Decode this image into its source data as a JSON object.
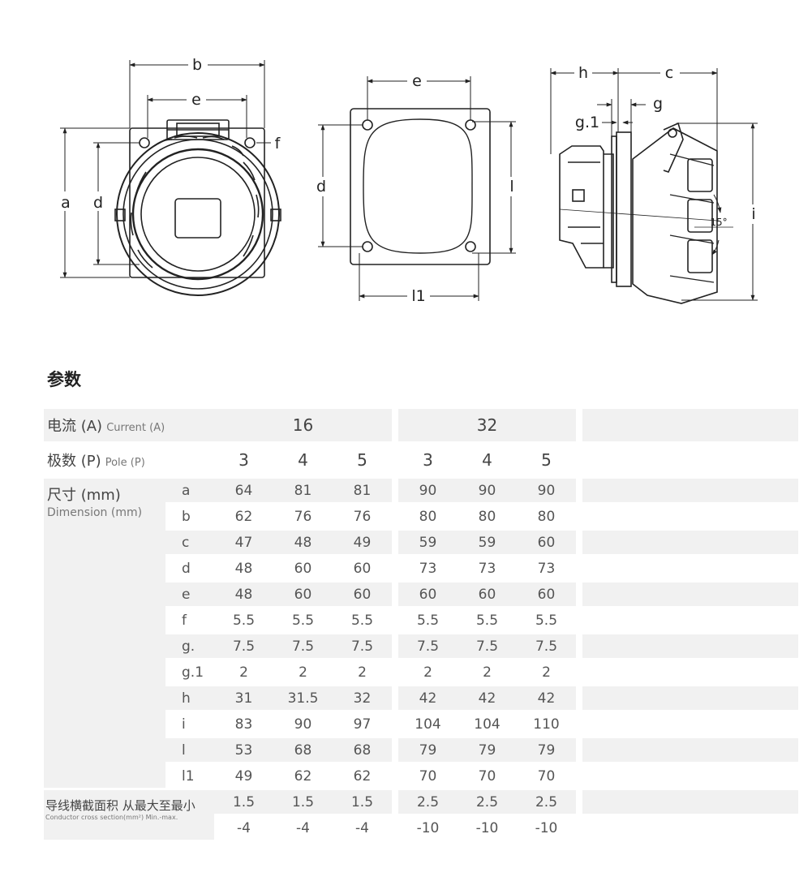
{
  "drawings": {
    "front_view": {
      "labels": {
        "b": "b",
        "e": "e",
        "a": "a",
        "d": "d",
        "f": "f"
      }
    },
    "cutout_view": {
      "labels": {
        "e": "e",
        "d": "d",
        "l": "l",
        "l1": "l1"
      }
    },
    "side_view": {
      "labels": {
        "h": "h",
        "c": "c",
        "g": "g",
        "g1": "g.1",
        "i": "i",
        "angle": "15°"
      }
    }
  },
  "section_title": "参数",
  "table": {
    "current_label_cn": "电流 (A)",
    "current_label_en": "Current (A)",
    "current_groups": [
      "16",
      "32"
    ],
    "pole_label_cn": "极数 (P)",
    "pole_label_en": "Pole (P)",
    "poles": [
      "3",
      "4",
      "5",
      "3",
      "4",
      "5"
    ],
    "dimension_label_cn": "尺寸 (mm)",
    "dimension_label_en": "Dimension (mm)",
    "rows": [
      {
        "key": "a",
        "values": [
          "64",
          "81",
          "81",
          "90",
          "90",
          "90"
        ]
      },
      {
        "key": "b",
        "values": [
          "62",
          "76",
          "76",
          "80",
          "80",
          "80"
        ]
      },
      {
        "key": "c",
        "values": [
          "47",
          "48",
          "49",
          "59",
          "59",
          "60"
        ]
      },
      {
        "key": "d",
        "values": [
          "48",
          "60",
          "60",
          "73",
          "73",
          "73"
        ]
      },
      {
        "key": "e",
        "values": [
          "48",
          "60",
          "60",
          "60",
          "60",
          "60"
        ]
      },
      {
        "key": "f",
        "values": [
          "5.5",
          "5.5",
          "5.5",
          "5.5",
          "5.5",
          "5.5"
        ]
      },
      {
        "key": "g.",
        "values": [
          "7.5",
          "7.5",
          "7.5",
          "7.5",
          "7.5",
          "7.5"
        ]
      },
      {
        "key": "g.1",
        "values": [
          "2",
          "2",
          "2",
          "2",
          "2",
          "2"
        ]
      },
      {
        "key": "h",
        "values": [
          "31",
          "31.5",
          "32",
          "42",
          "42",
          "42"
        ]
      },
      {
        "key": "i",
        "values": [
          "83",
          "90",
          "97",
          "104",
          "104",
          "110"
        ]
      },
      {
        "key": "l",
        "values": [
          "53",
          "68",
          "68",
          "79",
          "79",
          "79"
        ]
      },
      {
        "key": "l1",
        "values": [
          "49",
          "62",
          "62",
          "70",
          "70",
          "70"
        ]
      }
    ],
    "conductor_label_cn": "导线横截面积 从最大至最小",
    "conductor_label_en": "Conductor cross section(mm²) Min.-max.",
    "conductor_max": [
      "1.5",
      "1.5",
      "1.5",
      "2.5",
      "2.5",
      "2.5"
    ],
    "conductor_min": [
      "-4",
      "-4",
      "-4",
      "-10",
      "-10",
      "-10"
    ]
  }
}
